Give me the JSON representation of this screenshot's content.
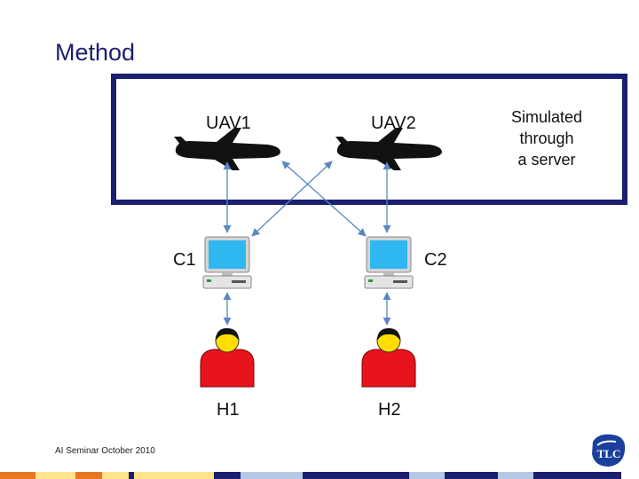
{
  "slide": {
    "title": "Method",
    "footer": "AI Seminar October 2010"
  },
  "diagram": {
    "uav1_label": "UAV1",
    "uav2_label": "UAV2",
    "server_note_line1": "Simulated",
    "server_note_line2": "through",
    "server_note_line3": "a server",
    "c1_label": "C1",
    "c2_label": "C2",
    "h1_label": "H1",
    "h2_label": "H2"
  },
  "icons": {
    "aircraft": "airplane-icon",
    "computer": "computer-icon",
    "person": "person-icon",
    "logo": "tlc-logo-icon"
  },
  "colors": {
    "title": "#1b1f6e",
    "server_frame": "#1a1f70",
    "arrow": "#5b86c0",
    "person": "#e8141c",
    "head": "#ffdd00",
    "bar_orange": "#e87722",
    "bar_yellow": "#ffe38a",
    "bar_navy": "#1b1f6e",
    "bar_lightblue": "#b7c7e6"
  }
}
